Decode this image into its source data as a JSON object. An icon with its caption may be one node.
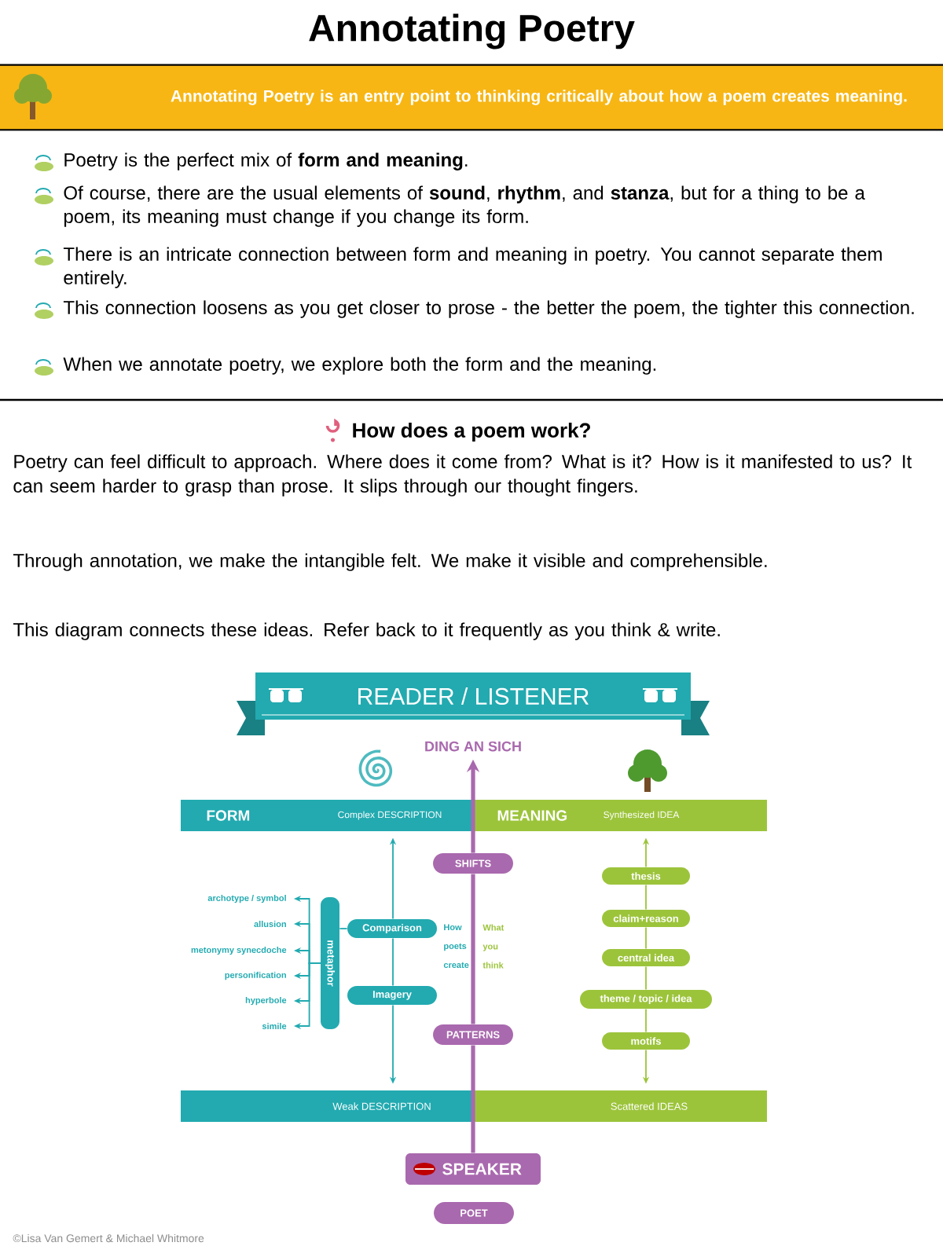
{
  "diagram": {
    "title": "Annotating Poetry",
    "nodes": [
      {
        "text": [
          "Annotating Poetry is an entry point to thinking critically about how a poem creates meaning."
        ]
      },
      {
        "text": [
          "READER / LISTENER"
        ]
      },
      {
        "text": [
          "DING AN SICH"
        ]
      },
      {
        "text": [
          "FORM",
          "Complex DESCRIPTION"
        ]
      },
      {
        "text": [
          "MEANING",
          "Synthesized IDEA"
        ]
      },
      {
        "text": [
          "SHIFTS"
        ]
      },
      {
        "text": [
          "metaphor"
        ]
      },
      {
        "text": [
          "Comparison"
        ]
      },
      {
        "text": [
          "Imagery"
        ]
      },
      {
        "text": [
          "archotype / symbol"
        ]
      },
      {
        "text": [
          "allusion"
        ]
      },
      {
        "text": [
          "metonymy synecdoche"
        ]
      },
      {
        "text": [
          "personification"
        ]
      },
      {
        "text": [
          "hyperbole"
        ]
      },
      {
        "text": [
          "simile"
        ]
      },
      {
        "text": [
          "thesis"
        ]
      },
      {
        "text": [
          "claim+reason"
        ]
      },
      {
        "text": [
          "central idea"
        ]
      },
      {
        "text": [
          "theme / topic / idea"
        ]
      },
      {
        "text": [
          "motifs"
        ]
      },
      {
        "text": [
          "PATTERNS"
        ]
      },
      {
        "text": [
          "Weak DESCRIPTION"
        ]
      },
      {
        "text": [
          "Scattered IDEAS"
        ]
      },
      {
        "text": [
          "SPEAKER"
        ]
      },
      {
        "text": [
          "POET"
        ]
      }
    ],
    "edges": [
      {
        "from": 7,
        "to": 3,
        "arrow": "to"
      },
      {
        "from": 8,
        "to": 7,
        "arrow": "none"
      },
      {
        "from": 8,
        "to": 21,
        "arrow": "to"
      },
      {
        "from": 15,
        "to": 4,
        "arrow": "to",
        "color": "#9cc43b"
      },
      {
        "from": 16,
        "to": 15,
        "arrow": "none",
        "color": "#9cc43b"
      },
      {
        "from": 17,
        "to": 16,
        "arrow": "none",
        "color": "#9cc43b"
      },
      {
        "from": 18,
        "to": 17,
        "arrow": "none",
        "color": "#9cc43b"
      },
      {
        "from": 19,
        "to": 18,
        "arrow": "none",
        "color": "#9cc43b"
      },
      {
        "from": 19,
        "to": 22,
        "arrow": "to",
        "color": "#9cc43b"
      },
      {
        "from": 23,
        "to": 20,
        "arrow": "none",
        "style": "thick",
        "color": "#a969ae"
      },
      {
        "from": 20,
        "to": 5,
        "arrow": "none",
        "style": "thick",
        "color": "#a969ae"
      },
      {
        "from": 5,
        "to": 2,
        "arrow": "to",
        "style": "thick",
        "color": "#a969ae"
      },
      {
        "from": 6,
        "to": 7,
        "arrow": "none"
      },
      {
        "from": 6,
        "to": 9,
        "arrow": "to"
      },
      {
        "from": 6,
        "to": 10,
        "arrow": "to"
      },
      {
        "from": 6,
        "to": 11,
        "arrow": "to"
      },
      {
        "from": 6,
        "to": 12,
        "arrow": "to"
      },
      {
        "from": 6,
        "to": 13,
        "arrow": "to"
      },
      {
        "from": 6,
        "to": 14,
        "arrow": "to"
      }
    ],
    "labels": [
      "Poetry is the perfect mix of **form and meaning**.",
      "Of course, there are the usual elements of **sound**, **rhythm**, and **stanza**, but for a thing to be a poem, its meaning must change if you change its form.",
      "There is an intricate connection between form and meaning in poetry. You cannot separate them entirely.",
      "This connection loosens as you get closer to prose - the better the poem, the tighter this connection.",
      "When we annotate poetry, we explore both the form and the meaning.",
      "How does a poem work?",
      "Poetry can feel difficult to approach. Where does it come from? What is it? How is it manifested to us? It can seem harder to grasp than prose. It slips through our thought fingers.",
      "Through annotation, we make the intangible felt. We make it visible and comprehensible.",
      "This diagram connects these ideas. Refer back to it frequently as you think & write.",
      "How poets create",
      "What you think",
      "©Lisa Van Gemert & Michael Whitmore"
    ]
  }
}
